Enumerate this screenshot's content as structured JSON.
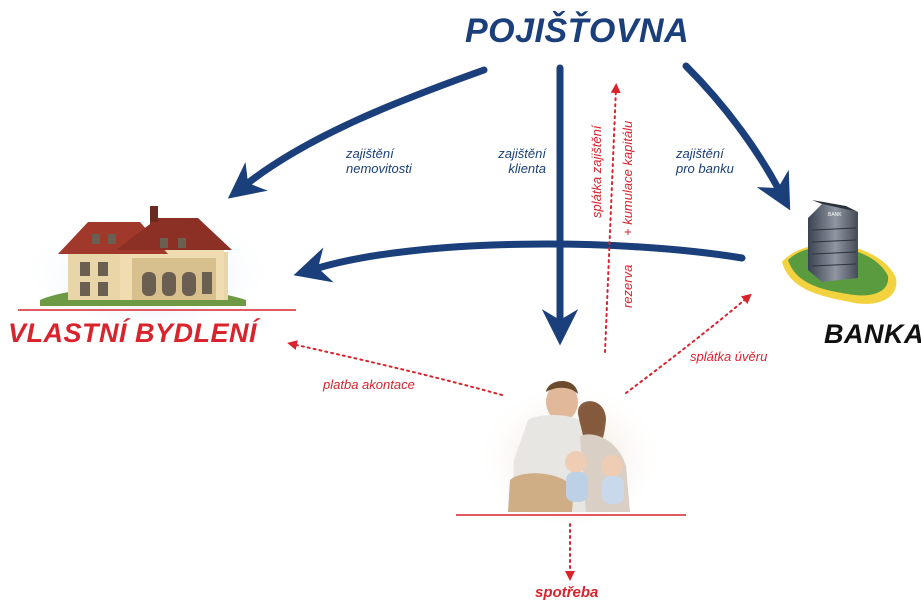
{
  "nodes": {
    "insurer": "POJIŠŤOVNA",
    "own_housing": "VLASTNÍ BYDLENÍ",
    "bank": "BANKA",
    "bank_sign": "BANK"
  },
  "labels": {
    "property_insurance": [
      "zajištění",
      "nemovitosti"
    ],
    "client_insurance": [
      "zajištění",
      "klienta"
    ],
    "bank_insurance": [
      "zajištění",
      "pro banku"
    ],
    "insurance_payment": "splátka zajištění",
    "reserve_accumulation": "+ kumulace kapitálu",
    "reserve": "rezerva",
    "deposit_payment": "platba akontace",
    "loan_payment": "splátka úvěru",
    "consumption": "spotřeba"
  },
  "colors": {
    "blue": "#1a3f7a",
    "red": "#d9232d",
    "dark": "#111111"
  },
  "icons": [
    "house-image",
    "bank-building-image",
    "family-photo"
  ]
}
